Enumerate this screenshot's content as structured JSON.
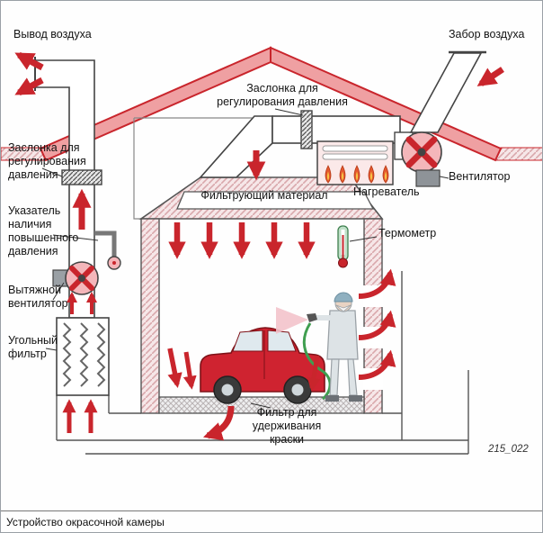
{
  "meta": {
    "caption": "Устройство окрасочной камеры",
    "figure_number": "215_022"
  },
  "colors": {
    "arrow_red": "#c9252c",
    "roof_pink": "#efa0a2",
    "wall_hatch_pink": "#f6e7e8",
    "car_red": "#cf2330",
    "hose_green": "#3f9e4f",
    "thermometer_green": "#bfe0c8"
  },
  "labels": {
    "air_outlet": "Вывод воздуха",
    "air_intake": "Забор воздуха",
    "damper_top": "Заслонка для\nрегулирования давления",
    "damper_left": "Заслонка для\nрегулирования\nдавления",
    "pressure_indicator": "Указатель\nналичия\nповышенного\nдавления",
    "exhaust_fan": "Вытяжной\nвентилятор",
    "carbon_filter": "Угольный\nфильтр",
    "filter_material": "Фильтрующий материал",
    "heater": "Нагреватель",
    "fan": "Вентилятор",
    "thermometer": "Термометр",
    "paint_filter": "Фильтр для\nудерживания\nкраски"
  }
}
